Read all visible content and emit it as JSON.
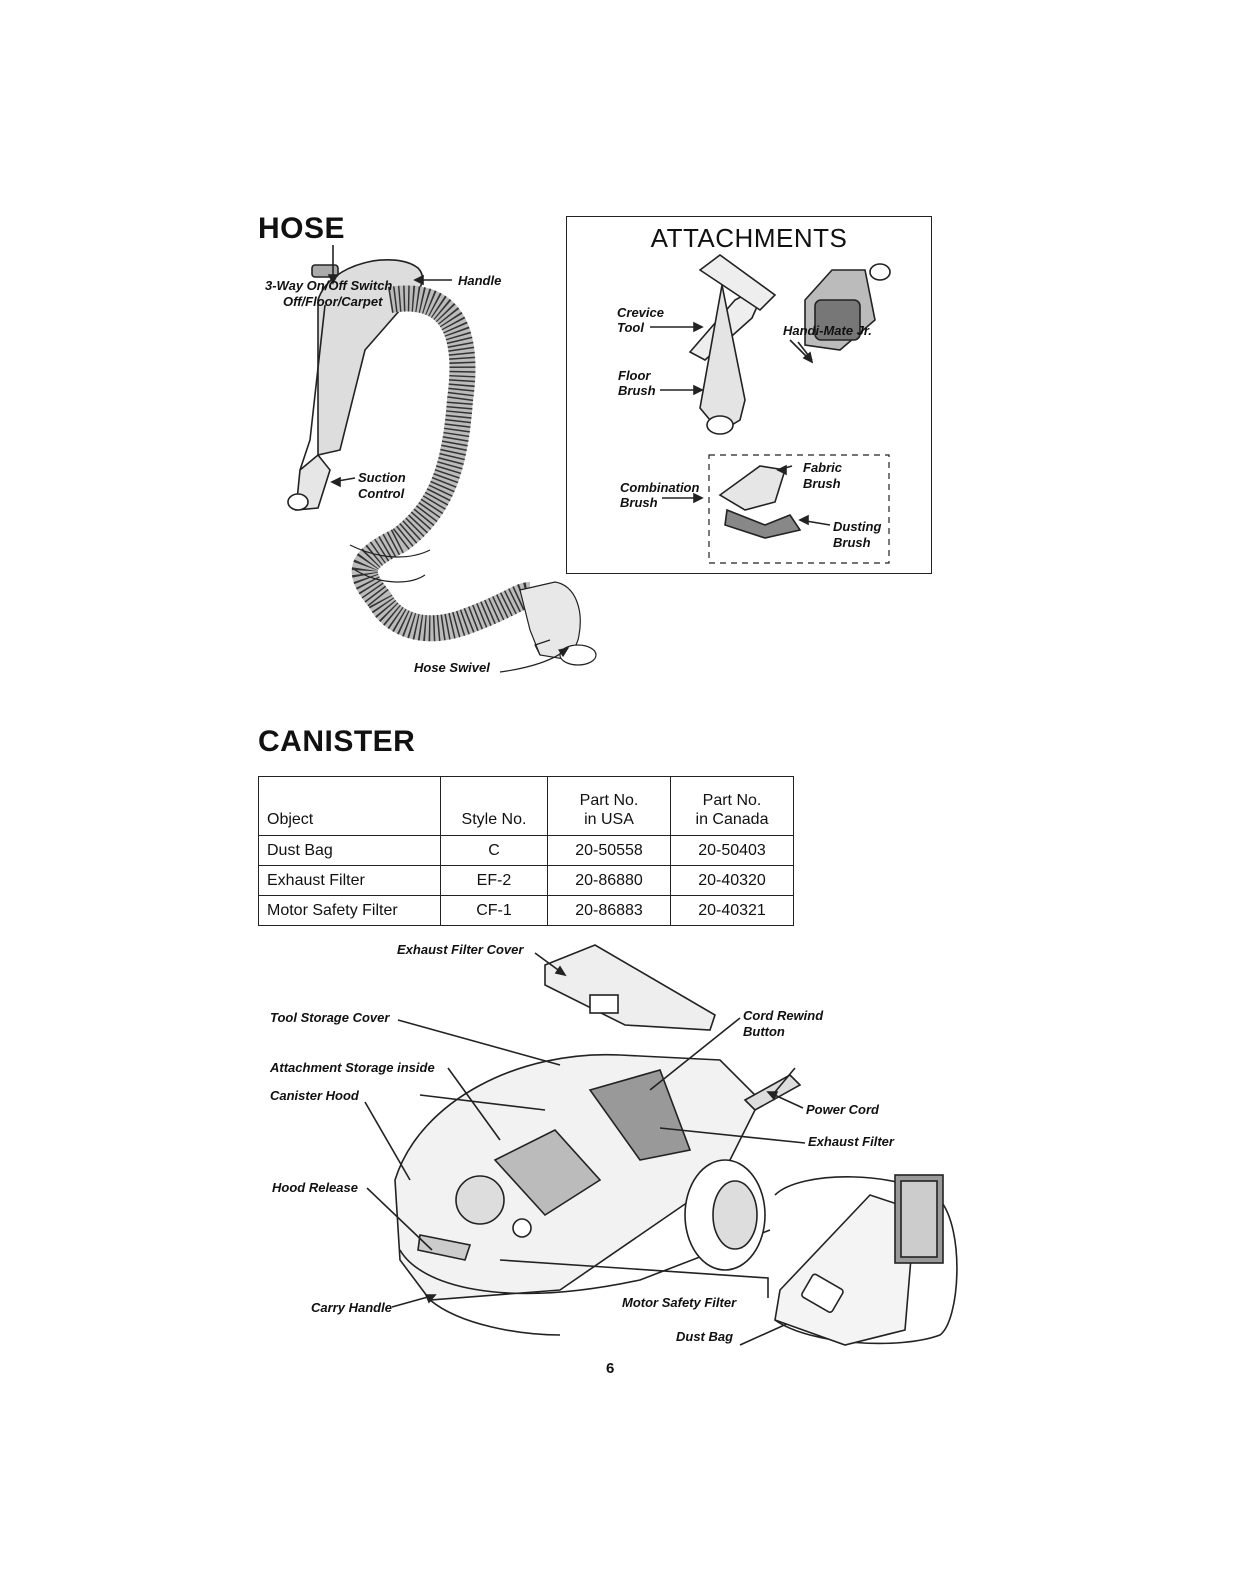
{
  "hose": {
    "title": "HOSE",
    "switch_label_1": "3-Way On/Off Switch",
    "switch_label_2": "Off/Floor/Carpet",
    "handle": "Handle",
    "suction_1": "Suction",
    "suction_2": "Control",
    "swivel": "Hose Swivel"
  },
  "attachments": {
    "title": "ATTACHMENTS",
    "crevice_1": "Crevice",
    "crevice_2": "Tool",
    "handimate": "Handi-Mate Jr.",
    "floor_1": "Floor",
    "floor_2": "Brush",
    "combination_1": "Combination",
    "combination_2": "Brush",
    "fabric_1": "Fabric",
    "fabric_2": "Brush",
    "dusting_1": "Dusting",
    "dusting_2": "Brush"
  },
  "canister": {
    "title": "CANISTER",
    "table": {
      "headers": [
        "Object",
        "Style No.",
        "Part No.",
        "in USA",
        "Part No.",
        "in Canada"
      ],
      "rows": [
        [
          "Dust Bag",
          "C",
          "20-50558",
          "20-50403"
        ],
        [
          "Exhaust Filter",
          "EF-2",
          "20-86880",
          "20-40320"
        ],
        [
          "Motor Safety Filter",
          "CF-1",
          "20-86883",
          "20-40321"
        ]
      ]
    },
    "labels": {
      "exhaust_cover": "Exhaust Filter Cover",
      "tool_storage": "Tool Storage Cover",
      "attach_storage_1": "Attachment Storage inside",
      "attach_storage_2": "Canister Hood",
      "hood_release": "Hood Release",
      "carry_handle": "Carry Handle",
      "cord_rewind_1": "Cord Rewind",
      "cord_rewind_2": "Button",
      "power_cord": "Power Cord",
      "exhaust_filter": "Exhaust Filter",
      "motor_safety": "Motor Safety Filter",
      "dust_bag": "Dust Bag"
    }
  },
  "page_number": "6"
}
